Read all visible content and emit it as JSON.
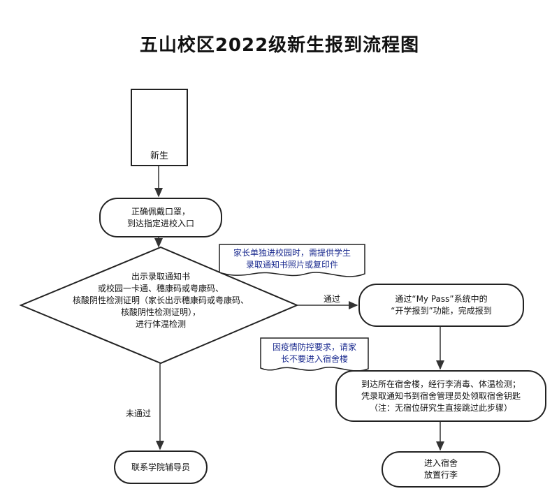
{
  "title": "五山校区2022级新生报到流程图",
  "start": {
    "label": "新生",
    "avatar_icon": "student-graduate-avatar"
  },
  "step_mask": {
    "lines": [
      "正确佩戴口罩，",
      "到达指定进校入口"
    ]
  },
  "decision": {
    "lines": [
      "出示录取通知书",
      "或校园一卡通、穗康码或粤康码、",
      "核酸阴性检测证明（家长出示穗康码或粤康码、",
      "核酸阴性检测证明），",
      "进行体温检测"
    ]
  },
  "note_parent": {
    "lines": [
      "家长单独进校园时，需提供学生",
      "录取通知书照片或复印件"
    ]
  },
  "edge_pass": "通过",
  "edge_fail": "未通过",
  "step_mypass": {
    "lines": [
      "通过“My Pass”系统中的",
      "“开学报到”功能，完成报到"
    ]
  },
  "note_dorm": {
    "lines": [
      "因疫情防控要求，请家",
      "长不要进入宿舍楼"
    ]
  },
  "step_dorm": {
    "lines": [
      "到达所在宿舍楼，经行李消毒、体温检测；",
      "凭录取通知书到宿舍管理员处领取宿舍钥匙",
      "（注：无宿位研究生直接跳过此步骤）"
    ]
  },
  "step_counselor": {
    "label": "联系学院辅导员"
  },
  "step_enter": {
    "lines": [
      "进入宿舍",
      "放置行李"
    ]
  }
}
